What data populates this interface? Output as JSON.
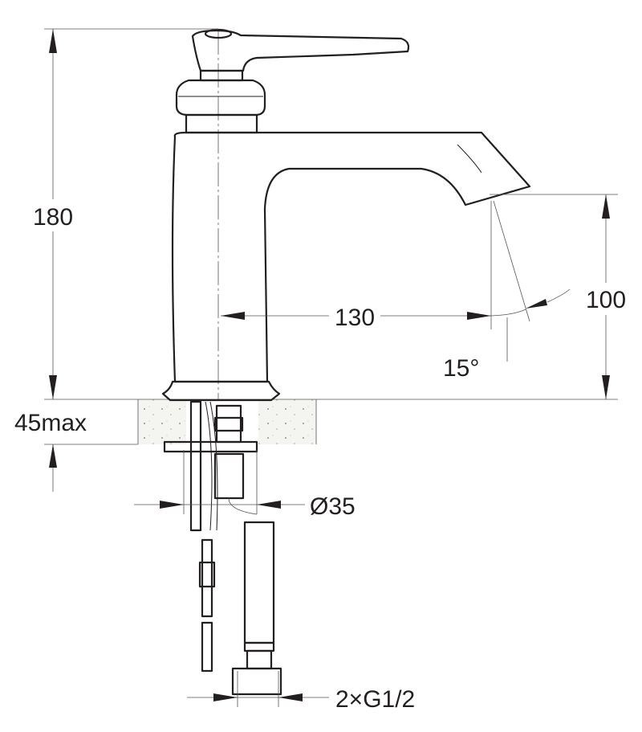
{
  "dimensions": {
    "height_total": "180",
    "spout_height": "100",
    "spout_reach": "130",
    "spout_angle": "15°",
    "counter_thickness": "45max",
    "hole_diameter": "Ø35",
    "connections": "2×G1/2"
  },
  "colors": {
    "line": "#231f20",
    "stone": "#f2f2ef"
  }
}
